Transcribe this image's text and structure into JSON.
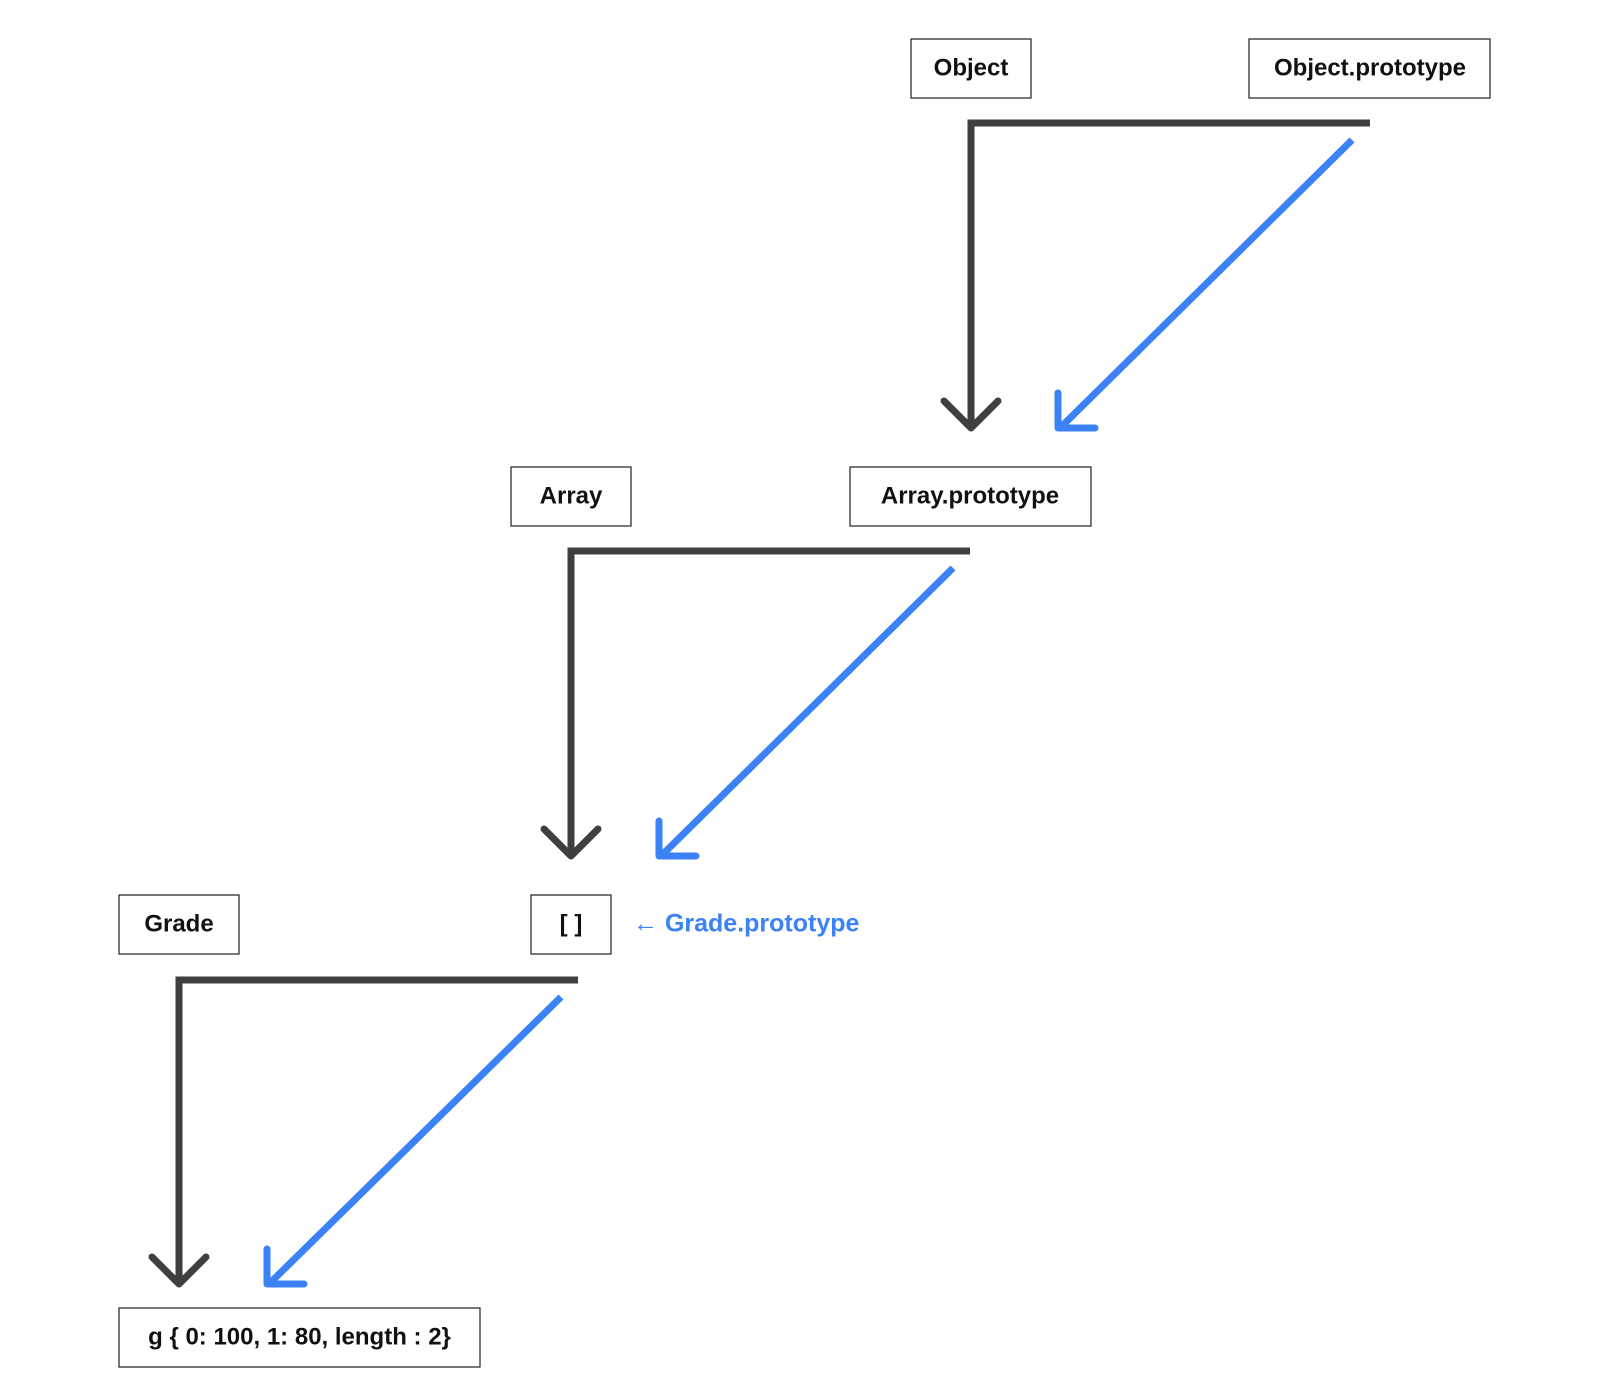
{
  "nodes": {
    "object": "Object",
    "object_prototype": "Object.prototype",
    "array": "Array",
    "array_prototype": "Array.prototype",
    "grade": "Grade",
    "empty_array": "[ ]",
    "instance": "g { 0: 100, 1: 80, length : 2}"
  },
  "annotations": {
    "grade_prototype": "← Grade.prototype"
  },
  "colors": {
    "constructor_link": "#3f3f3f",
    "prototype_link": "#3b82f6",
    "box_border": "#1f1f1f"
  }
}
